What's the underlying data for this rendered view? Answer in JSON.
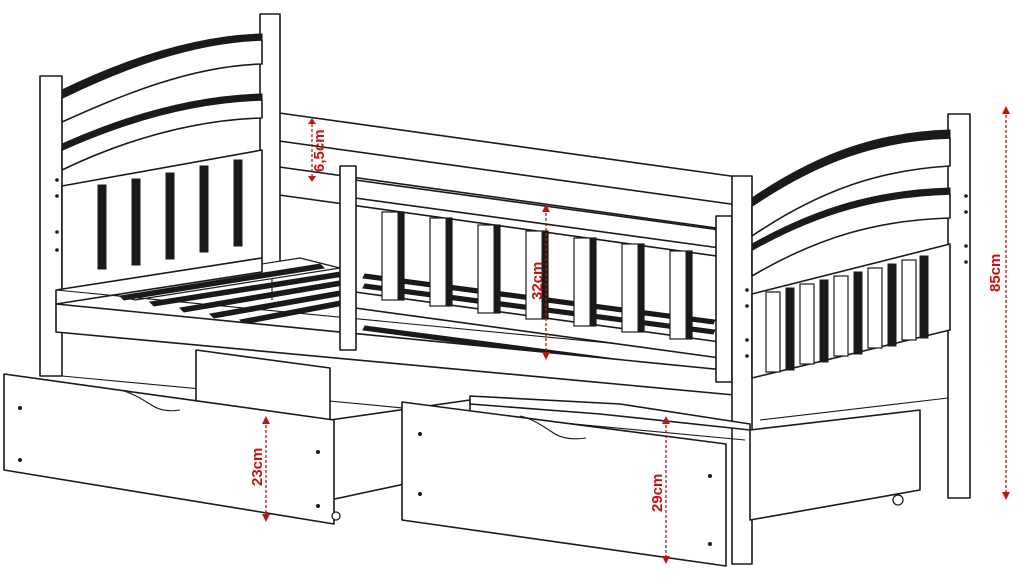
{
  "dimensions": {
    "safety_gap": "6,5cm",
    "barrier_height": "32cm",
    "total_height": "85cm",
    "drawer_left_height": "23cm",
    "drawer_right_height": "29cm"
  },
  "colors": {
    "outline": "#1a1a1a",
    "dimension": "#c21313",
    "background": "#ffffff"
  }
}
